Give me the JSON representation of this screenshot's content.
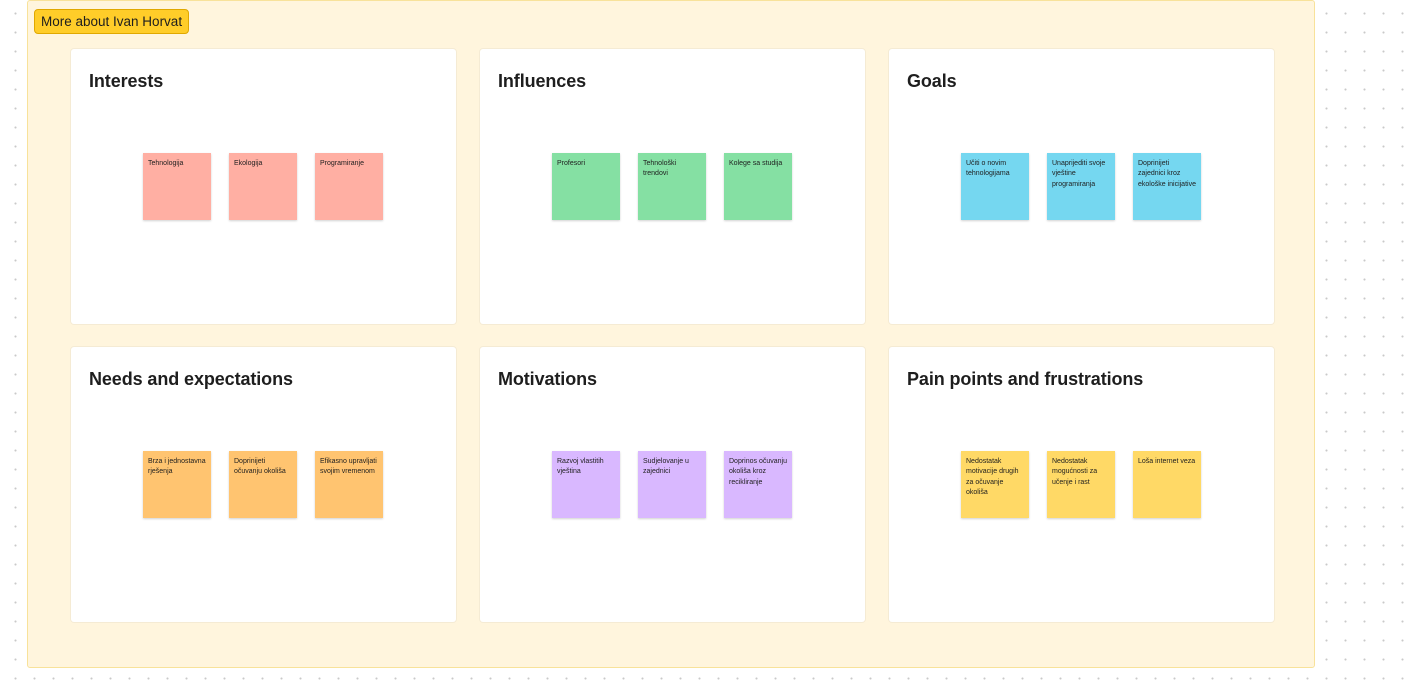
{
  "section": {
    "title": "More about Ivan Horvat"
  },
  "cards": [
    {
      "title": "Interests",
      "color": "#ffafa3",
      "notes": [
        "Tehnologija",
        "Ekologija",
        "Programiranje"
      ]
    },
    {
      "title": "Influences",
      "color": "#85e0a3",
      "notes": [
        "Profesori",
        "Tehnološki trendovi",
        "Kolege sa studija"
      ]
    },
    {
      "title": "Goals",
      "color": "#75d7f0",
      "notes": [
        "Učiti o novim tehnologijama",
        "Unaprijediti svoje vještine programiranja",
        "Doprinijeti zajednici kroz ekološke inicijative"
      ]
    },
    {
      "title": "Needs and expectations",
      "color": "#ffc470",
      "notes": [
        "Brza i jednostavna rješenja",
        "Doprinijeti očuvanju okoliša",
        "Efikasno upravljati svojim vremenom"
      ]
    },
    {
      "title": "Motivations",
      "color": "#d9b8ff",
      "notes": [
        "Razvoj vlastitih vještina",
        "Sudjelovanje u zajednici",
        "Doprinos očuvanju okoliša kroz recikliranje"
      ]
    },
    {
      "title": "Pain points and frustrations",
      "color": "#ffd966",
      "notes": [
        "Nedostatak motivacije drugih za očuvanje okoliša",
        "Nedostatak mogućnosti za učenje i rast",
        "Loša internet veza"
      ]
    }
  ]
}
